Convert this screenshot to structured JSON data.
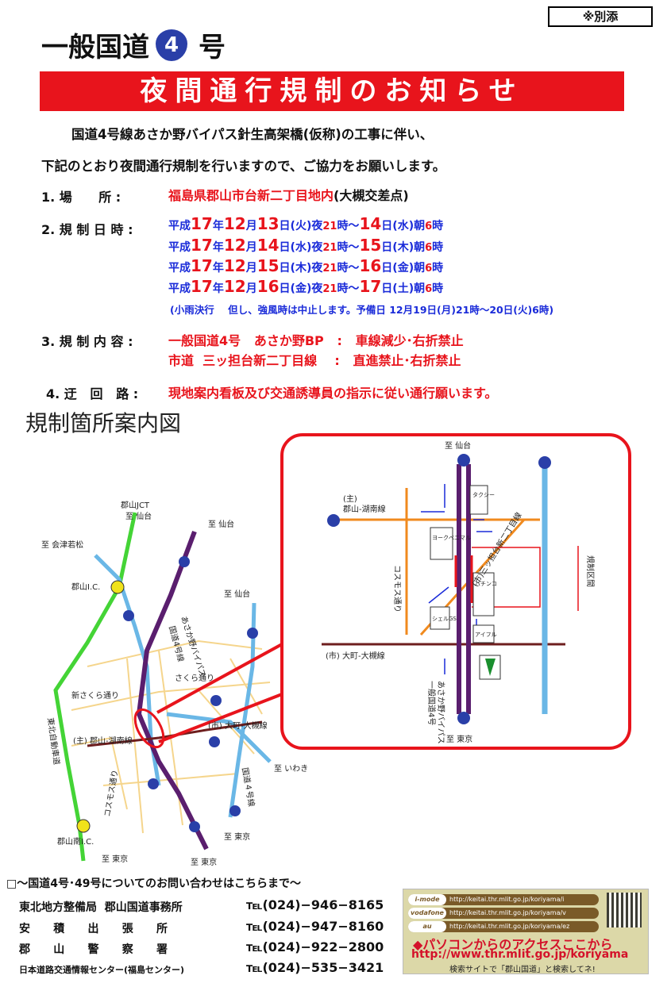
{
  "attachment": "※別添",
  "headline": {
    "pre": "一般国道",
    "route": "4",
    "post": "号"
  },
  "banner": "夜間通行規制のお知らせ",
  "intro": [
    "国道4号線あさか野バイパス針生高架橋(仮称)の工事に伴い、",
    "下記のとおり夜間通行規制を行いますので、ご協力をお願いします。"
  ],
  "items": {
    "place_label": "1. 場      所 :",
    "place_value": "福島県郡山市台新二丁目地内",
    "place_note": "(大槻交差点)",
    "date_label": "2. 規 制 日 時 :",
    "schedule": [
      {
        "era": "平成",
        "y": "17",
        "m": "12",
        "d1": "13",
        "w1": "火",
        "s": "夜",
        "h1": "21",
        "d2": "14",
        "w2": "水",
        "e": "朝",
        "h2": "6"
      },
      {
        "era": "平成",
        "y": "17",
        "m": "12",
        "d1": "14",
        "w1": "水",
        "s": "夜",
        "h1": "21",
        "d2": "15",
        "w2": "木",
        "e": "朝",
        "h2": "6"
      },
      {
        "era": "平成",
        "y": "17",
        "m": "12",
        "d1": "15",
        "w1": "木",
        "s": "夜",
        "h1": "21",
        "d2": "16",
        "w2": "金",
        "e": "朝",
        "h2": "6"
      },
      {
        "era": "平成",
        "y": "17",
        "m": "12",
        "d1": "16",
        "w1": "金",
        "s": "夜",
        "h1": "21",
        "d2": "17",
        "w2": "土",
        "e": "朝",
        "h2": "6"
      }
    ],
    "rain_note": "(小雨決行    但し、強風時は中止します。予備日 12月19日(月)21時〜20日(火)6時)",
    "content_label": "3. 規 制 内 容 :",
    "content_1": "一般国道4号   あさか野BP   :   車線減少･右折禁止",
    "content_2": "市道  三ッ担台新二丁目線    :   直進禁止･右折禁止",
    "detour_label": "4. 迂   回   路 :",
    "detour_value": "現地案内看板及び交通誘導員の指示に従い通行願います。"
  },
  "map_title": "規制箇所案内図",
  "map": {
    "jct": "郡山JCT",
    "to_sendai": "至  仙台",
    "to_aizu": "至  会津若松",
    "koriyama_ic": "郡山I.C.",
    "r4_asakano": "国道4号線",
    "r4_asakano2": "あさか野バイパス",
    "sakura": "さくら通り",
    "shin_sakura": "新さくら通り",
    "tohoku_exp": "東北自動車道",
    "main_koriyama_konan": "(主)  郡山-湖南線",
    "city_omachi": "(市)  大町-大槻線",
    "to_iwaki": "至  いわき",
    "cosmos": "コスモス通り",
    "r4": "国道４号線",
    "koriyama_minami_ic": "郡山南I.C.",
    "to_tokyo": "至  東京",
    "inset_main": "(主)",
    "inset_main_name": "郡山-湖南線",
    "inset_city": "(市) 大町-大槻線",
    "inset_cosmos": "コスモス通り",
    "inset_bp": "一般国道4号",
    "inset_bp2": "あさか野バイパス",
    "inset_sanpo": "(市)三ッ担台新二丁目線",
    "section": "規制区間",
    "shop_taxi": "タクシー",
    "shop_york": "ヨークベニマル",
    "shop_pachinko": "パチンコ",
    "shop_shell": "シェルGS",
    "shop_aiful": "アイフル"
  },
  "contact_title": "□〜国道4号･49号についてのお問い合わせはこちらまで〜",
  "contacts": [
    {
      "name": "東北地方整備局  郡山国道事務所",
      "tel": "℡(024)−946−8165"
    },
    {
      "name": "安      積      出      張      所",
      "tel": "℡(024)−947−8160"
    },
    {
      "name": "郡      山      警      察      署",
      "tel": "℡(024)−922−2800"
    },
    {
      "name": "日本道路交通情報センター(福島センター)",
      "tel": "℡(024)−535−3421"
    }
  ],
  "ad": {
    "rows": [
      {
        "tag": "i-mode",
        "url": "http://keitai.thr.mlit.go.jp/koriyama/i"
      },
      {
        "tag": "vodafone",
        "url": "http://keitai.thr.mlit.go.jp/koriyama/v"
      },
      {
        "tag": "au",
        "url": "http://keitai.thr.mlit.go.jp/koriyama/ez"
      }
    ],
    "headline": "◆パソコンからのアクセスここから",
    "url": "http://www.thr.mlit.go.jp/koriyama",
    "note": "検索サイトで「郡山国道」と検索してネ!"
  },
  "colors": {
    "banner_red": "#e8141c",
    "text_blue": "#1a2bd9",
    "route4_purple": "#5a1e6e",
    "route49_blue": "#6ab7e6",
    "expressway_green": "#44d436",
    "local_orange": "#f08a1e",
    "city_brown": "#6e1e1e"
  }
}
